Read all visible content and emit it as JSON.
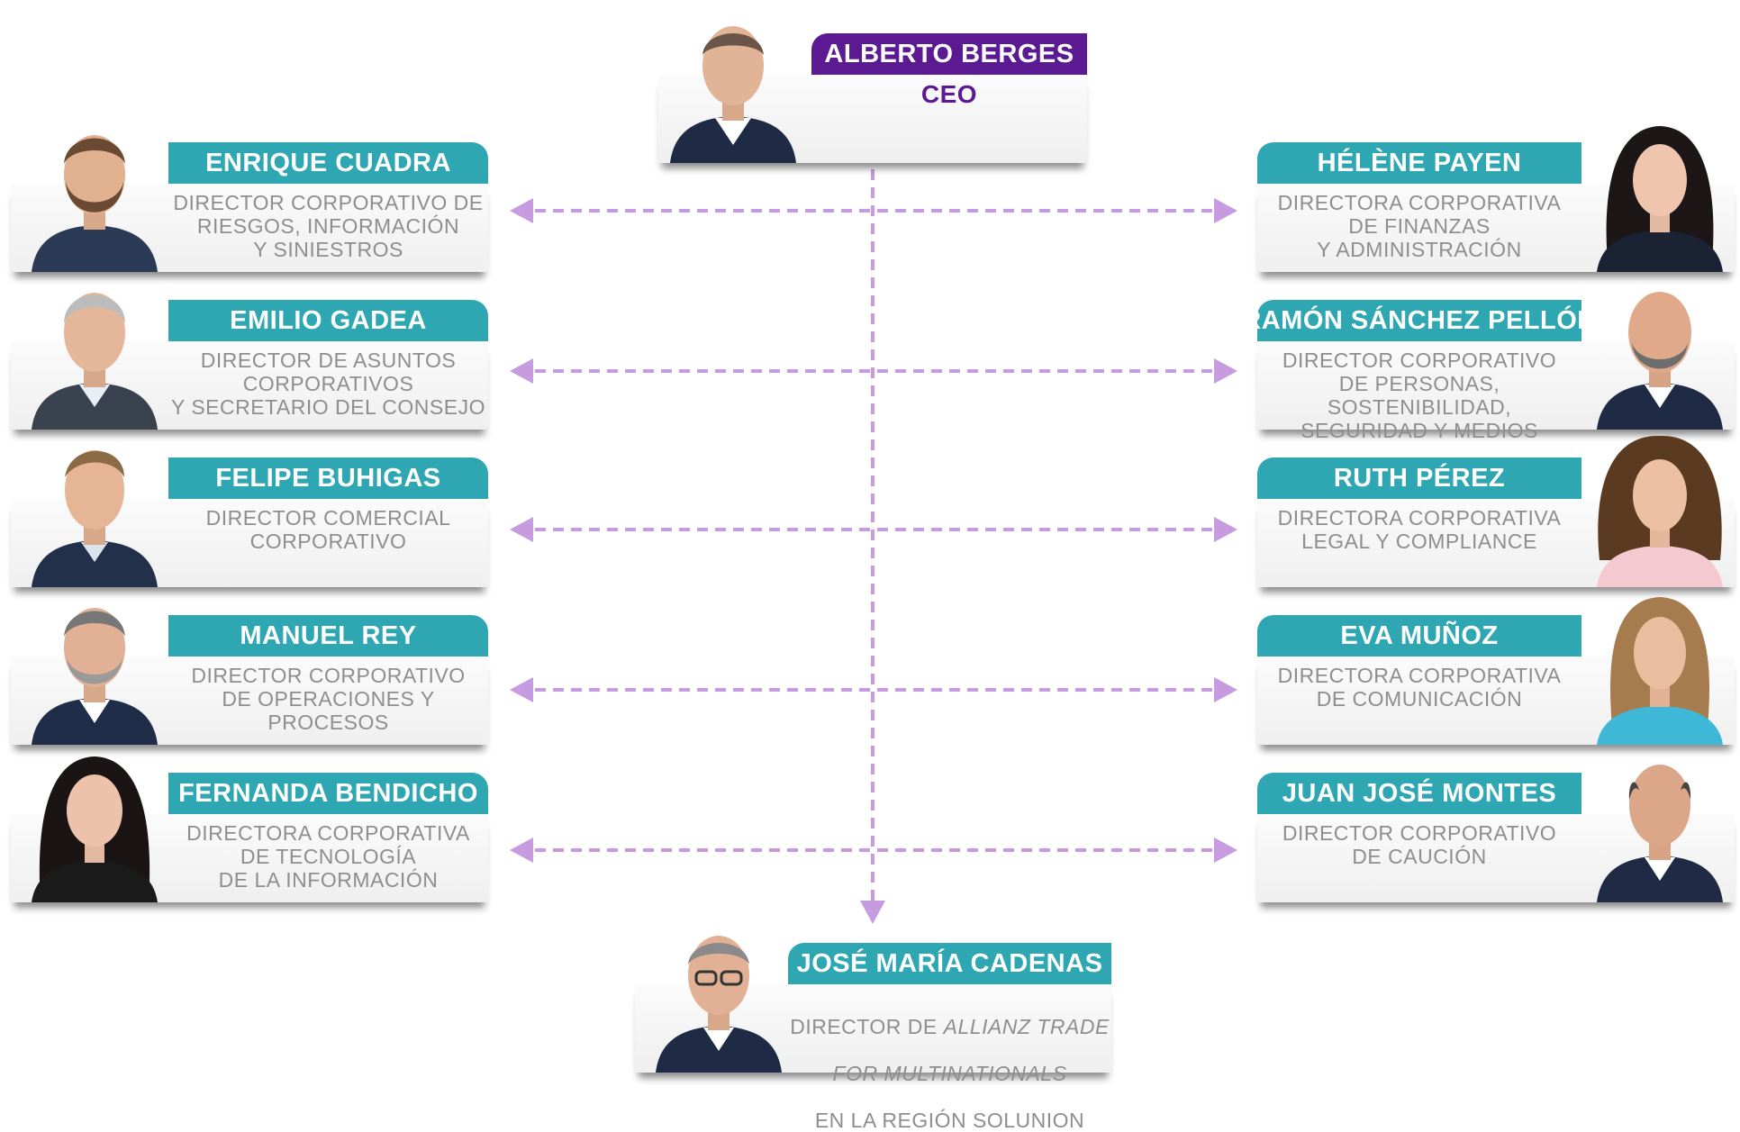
{
  "colors": {
    "teal": "#2ea7b3",
    "purple": "#5b1a92",
    "connector": "#c79be0",
    "role_text": "#8e8e8e"
  },
  "ceo": {
    "name": "ALBERTO BERGES",
    "role": "CEO"
  },
  "left": [
    {
      "name": "ENRIQUE CUADRA",
      "role": "DIRECTOR CORPORATIVO DE\nRIESGOS, INFORMACIÓN\nY SINIESTROS"
    },
    {
      "name": "EMILIO GADEA",
      "role": "DIRECTOR DE ASUNTOS\nCORPORATIVOS\nY SECRETARIO DEL CONSEJO"
    },
    {
      "name": "FELIPE BUHIGAS",
      "role": "DIRECTOR COMERCIAL\nCORPORATIVO"
    },
    {
      "name": "MANUEL REY",
      "role": "DIRECTOR CORPORATIVO\nDE OPERACIONES Y PROCESOS"
    },
    {
      "name": "FERNANDA BENDICHO",
      "role": "DIRECTORA CORPORATIVA\nDE TECNOLOGÍA\nDE LA INFORMACIÓN"
    }
  ],
  "right": [
    {
      "name": "HÉLÈNE PAYEN",
      "role": "DIRECTORA CORPORATIVA\nDE FINANZAS\nY ADMINISTRACIÓN"
    },
    {
      "name": "RAMÓN SÁNCHEZ PELLÓN",
      "role": "DIRECTOR CORPORATIVO\nDE PERSONAS, SOSTENIBILIDAD,\nSEGURIDAD Y MEDIOS"
    },
    {
      "name": "RUTH PÉREZ",
      "role": "DIRECTORA CORPORATIVA\nLEGAL Y COMPLIANCE"
    },
    {
      "name": "EVA MUÑOZ",
      "role": "DIRECTORA CORPORATIVA\nDE COMUNICACIÓN"
    },
    {
      "name": "JUAN JOSÉ MONTES",
      "role": "DIRECTOR CORPORATIVO\nDE CAUCIÓN"
    }
  ],
  "bottom": {
    "name": "JOSÉ MARÍA CADENAS",
    "role_line1_prefix": "DIRECTOR DE ",
    "role_line1_italic": "ALLIANZ TRADE",
    "role_line2_italic": "FOR MULTINATIONALS",
    "role_line3": "EN LA REGIÓN SOLUNION"
  }
}
